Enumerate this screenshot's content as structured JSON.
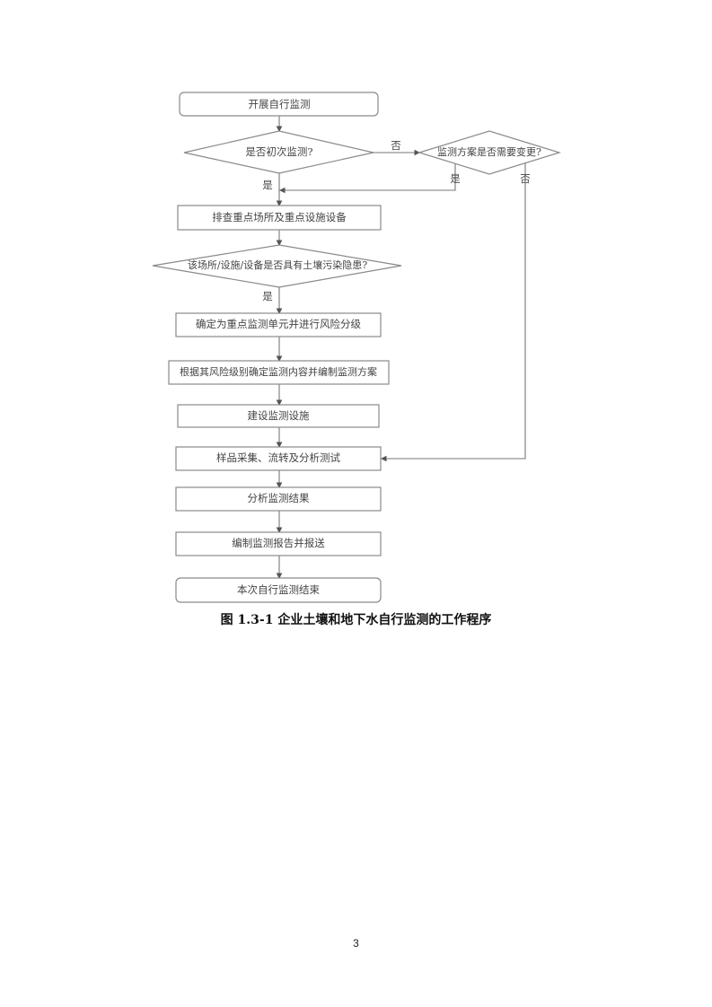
{
  "flowchart": {
    "start": "开展自行监测",
    "decision_first": "是否初次监测?",
    "decision_change": "监测方案是否需要变更?",
    "label_no_1": "否",
    "label_yes_1": "是",
    "label_yes_2": "是",
    "label_no_2": "否",
    "step_inspect": "排查重点场所及重点设施设备",
    "decision_risk": "该场所/设施/设备是否具有土壤污染隐患?",
    "label_yes_3": "是",
    "step_classify": "确定为重点监测单元并进行风险分级",
    "step_plan": "根据其风险级别确定监测内容并编制监测方案",
    "step_build": "建设监测设施",
    "step_sample": "样品采集、流转及分析测试",
    "step_analyze": "分析监测结果",
    "step_report": "编制监测报告并报送",
    "end": "本次自行监测结束"
  },
  "caption": "图 1.3-1  企业土壤和地下水自行监测的工作程序",
  "page_number": "3"
}
